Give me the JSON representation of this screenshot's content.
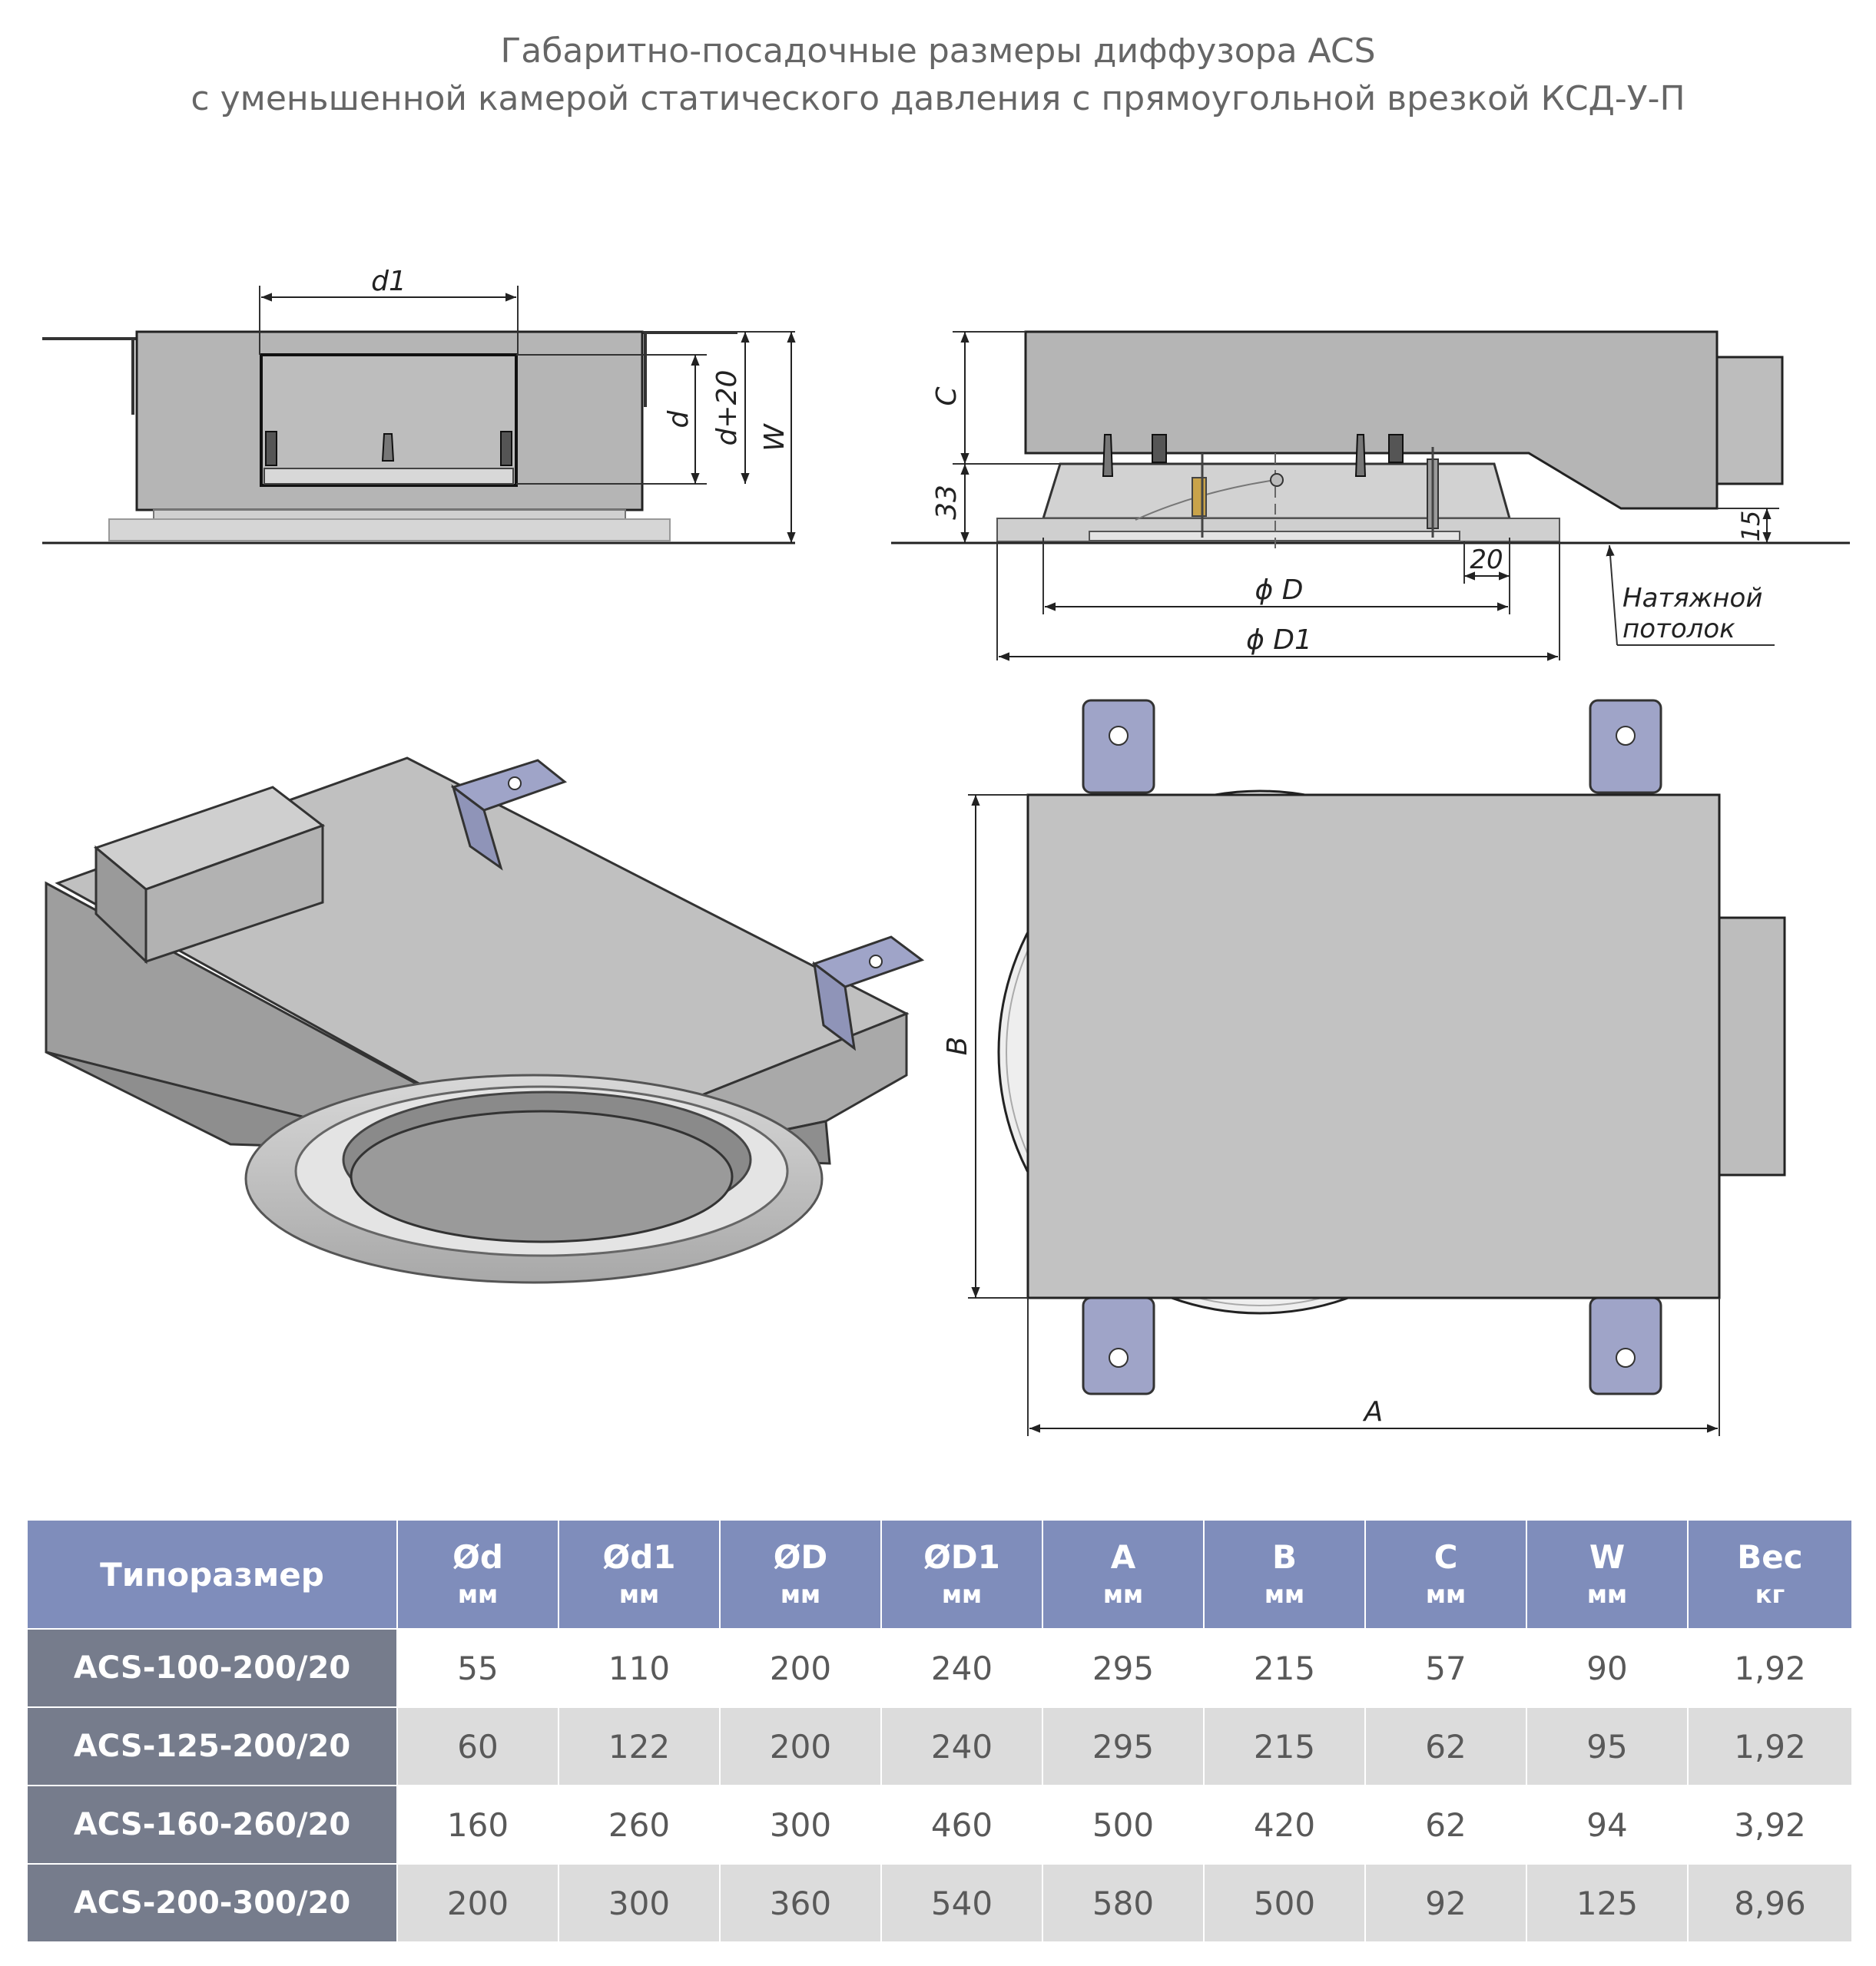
{
  "title": {
    "line1": "Габаритно-посадочные размеры диффузора ACS",
    "line2": "с уменьшенной камерой статического давления с прямоугольной врезкой КСД-У-П"
  },
  "drawing": {
    "dims": {
      "d1": "d1",
      "d": "d",
      "d_plus_20": "d+20",
      "W": "W",
      "C": "C",
      "v33": "33",
      "v15": "15",
      "v20": "20",
      "phiD": "ϕ D",
      "phiD1": "ϕ D1",
      "A": "A",
      "B": "B"
    },
    "ceiling_label_1": "Натяжной",
    "ceiling_label_2": "потолок"
  },
  "table": {
    "headers": [
      {
        "top": "Типоразмер",
        "unit": ""
      },
      {
        "top": "Ød",
        "unit": "мм"
      },
      {
        "top": "Ød1",
        "unit": "мм"
      },
      {
        "top": "ØD",
        "unit": "мм"
      },
      {
        "top": "ØD1",
        "unit": "мм"
      },
      {
        "top": "A",
        "unit": "мм"
      },
      {
        "top": "B",
        "unit": "мм"
      },
      {
        "top": "C",
        "unit": "мм"
      },
      {
        "top": "W",
        "unit": "мм"
      },
      {
        "top": "Вес",
        "unit": "кг"
      }
    ],
    "rows": [
      [
        "ACS-100-200/20",
        "55",
        "110",
        "200",
        "240",
        "295",
        "215",
        "57",
        "90",
        "1,92"
      ],
      [
        "ACS-125-200/20",
        "60",
        "122",
        "200",
        "240",
        "295",
        "215",
        "62",
        "95",
        "1,92"
      ],
      [
        "ACS-160-260/20",
        "160",
        "260",
        "300",
        "460",
        "500",
        "420",
        "62",
        "94",
        "3,92"
      ],
      [
        "ACS-200-300/20",
        "200",
        "300",
        "360",
        "540",
        "580",
        "500",
        "92",
        "125",
        "8,96"
      ]
    ]
  },
  "colors": {
    "body_gray": "#b3b3b3",
    "bracket": "#9fa4c8",
    "header_bg": "#7f8dbb",
    "model_bg": "#767c8c",
    "alt_row": "#dcdcdc"
  }
}
